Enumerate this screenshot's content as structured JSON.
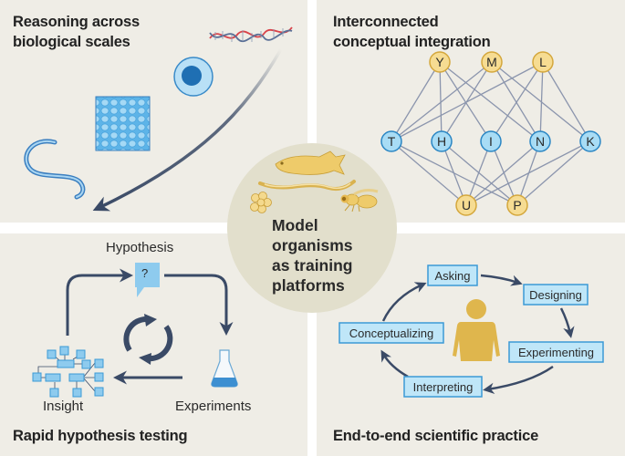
{
  "panels": {
    "top_left": {
      "title_line1": "Reasoning across",
      "title_line2": "biological scales",
      "scale_icons": [
        "dna-helix",
        "cell",
        "tissue",
        "worm-organism"
      ]
    },
    "top_right": {
      "title_line1": "Interconnected",
      "title_line2": "conceptual integration"
    },
    "bottom_left": {
      "title": "Rapid hypothesis testing",
      "hypothesis_label": "Hypothesis",
      "hypothesis_symbol": "?",
      "experiments_label": "Experiments",
      "insight_label": "Insight"
    },
    "bottom_right": {
      "title": "End-to-end scientific practice",
      "steps": [
        "Asking",
        "Designing",
        "Experimenting",
        "Interpreting",
        "Conceptualizing"
      ]
    }
  },
  "center": {
    "line1": "Model",
    "line2": "organisms",
    "line3": "as training",
    "line4": "platforms",
    "organisms": [
      "zebrafish",
      "nematode",
      "embryo-cells",
      "fruit-fly"
    ]
  },
  "network": {
    "top_nodes": [
      "Y",
      "M",
      "L"
    ],
    "middle_nodes": [
      "T",
      "H",
      "I",
      "N",
      "K"
    ],
    "bottom_nodes": [
      "U",
      "P"
    ],
    "edges_top": [
      [
        "Y",
        "T"
      ],
      [
        "Y",
        "H"
      ],
      [
        "Y",
        "I"
      ],
      [
        "Y",
        "N"
      ],
      [
        "M",
        "T"
      ],
      [
        "M",
        "H"
      ],
      [
        "M",
        "N"
      ],
      [
        "M",
        "K"
      ],
      [
        "L",
        "T"
      ],
      [
        "L",
        "I"
      ],
      [
        "L",
        "N"
      ],
      [
        "L",
        "K"
      ]
    ],
    "edges_bottom": [
      [
        "T",
        "U"
      ],
      [
        "T",
        "P"
      ],
      [
        "H",
        "U"
      ],
      [
        "H",
        "P"
      ],
      [
        "I",
        "U"
      ],
      [
        "I",
        "P"
      ],
      [
        "N",
        "U"
      ],
      [
        "N",
        "P"
      ],
      [
        "K",
        "U"
      ],
      [
        "K",
        "P"
      ]
    ]
  },
  "colors": {
    "panel_bg": "#efede6",
    "center_circle": "#e2dfcc",
    "arrow_dark": "#3a4a66",
    "node_gold_fill": "#f6dc92",
    "node_gold_stroke": "#d4a73c",
    "node_blue_fill": "#a8dcf5",
    "node_blue_stroke": "#2a86c4",
    "edge": "#8b95ad",
    "box_fill": "#bfe6f8",
    "box_stroke": "#3b9ad6",
    "person": "#dfb64d"
  }
}
